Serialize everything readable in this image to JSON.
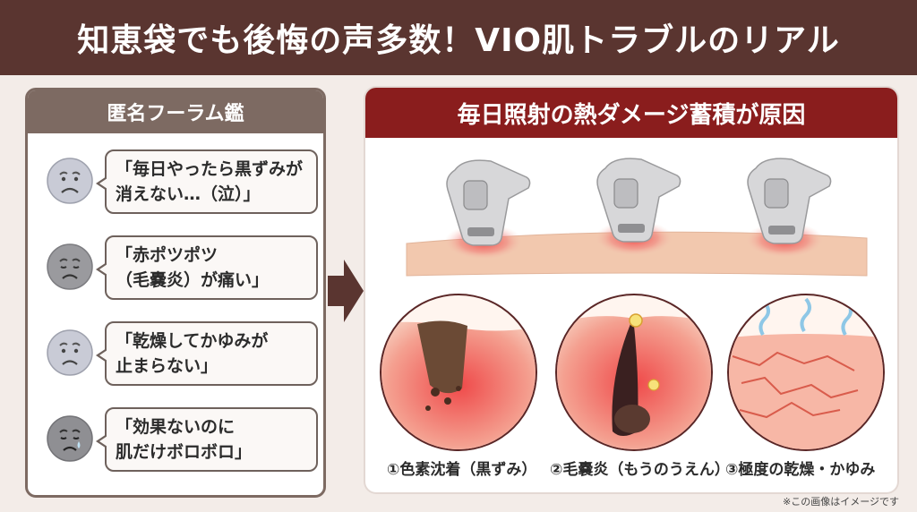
{
  "banner": {
    "title": "知恵袋でも後悔の声多数！VIO肌トラブルのリアル"
  },
  "forum": {
    "title": "匿名フーラム鑑",
    "posts": [
      {
        "face": "sad-face-icon",
        "line1": "「毎日やったら黒ずみが",
        "line2": "消えない…（泣）」"
      },
      {
        "face": "sad-face-icon",
        "line1": "「赤ポツポツ",
        "line2": "（毛嚢炎）が痛い」"
      },
      {
        "face": "sad-face-icon",
        "line1": "「乾燥してかゆみが",
        "line2": "止まらない」"
      },
      {
        "face": "crying-face-icon",
        "line1": "「効果ないのに",
        "line2": "肌だけボロボロ」"
      }
    ]
  },
  "cause": {
    "title": "毎日照射の熱ダメージ蓄積が原因",
    "captions": [
      "①色素沈着（黒ずみ）",
      "②毛嚢炎（もうのうえん）",
      "③極度の乾燥・かゆみ"
    ]
  },
  "colors": {
    "banner": "#5a3530",
    "cause_header": "#8a1d1d",
    "forum_header": "#7d6a62"
  },
  "footnote": "※この画像はイメージです"
}
